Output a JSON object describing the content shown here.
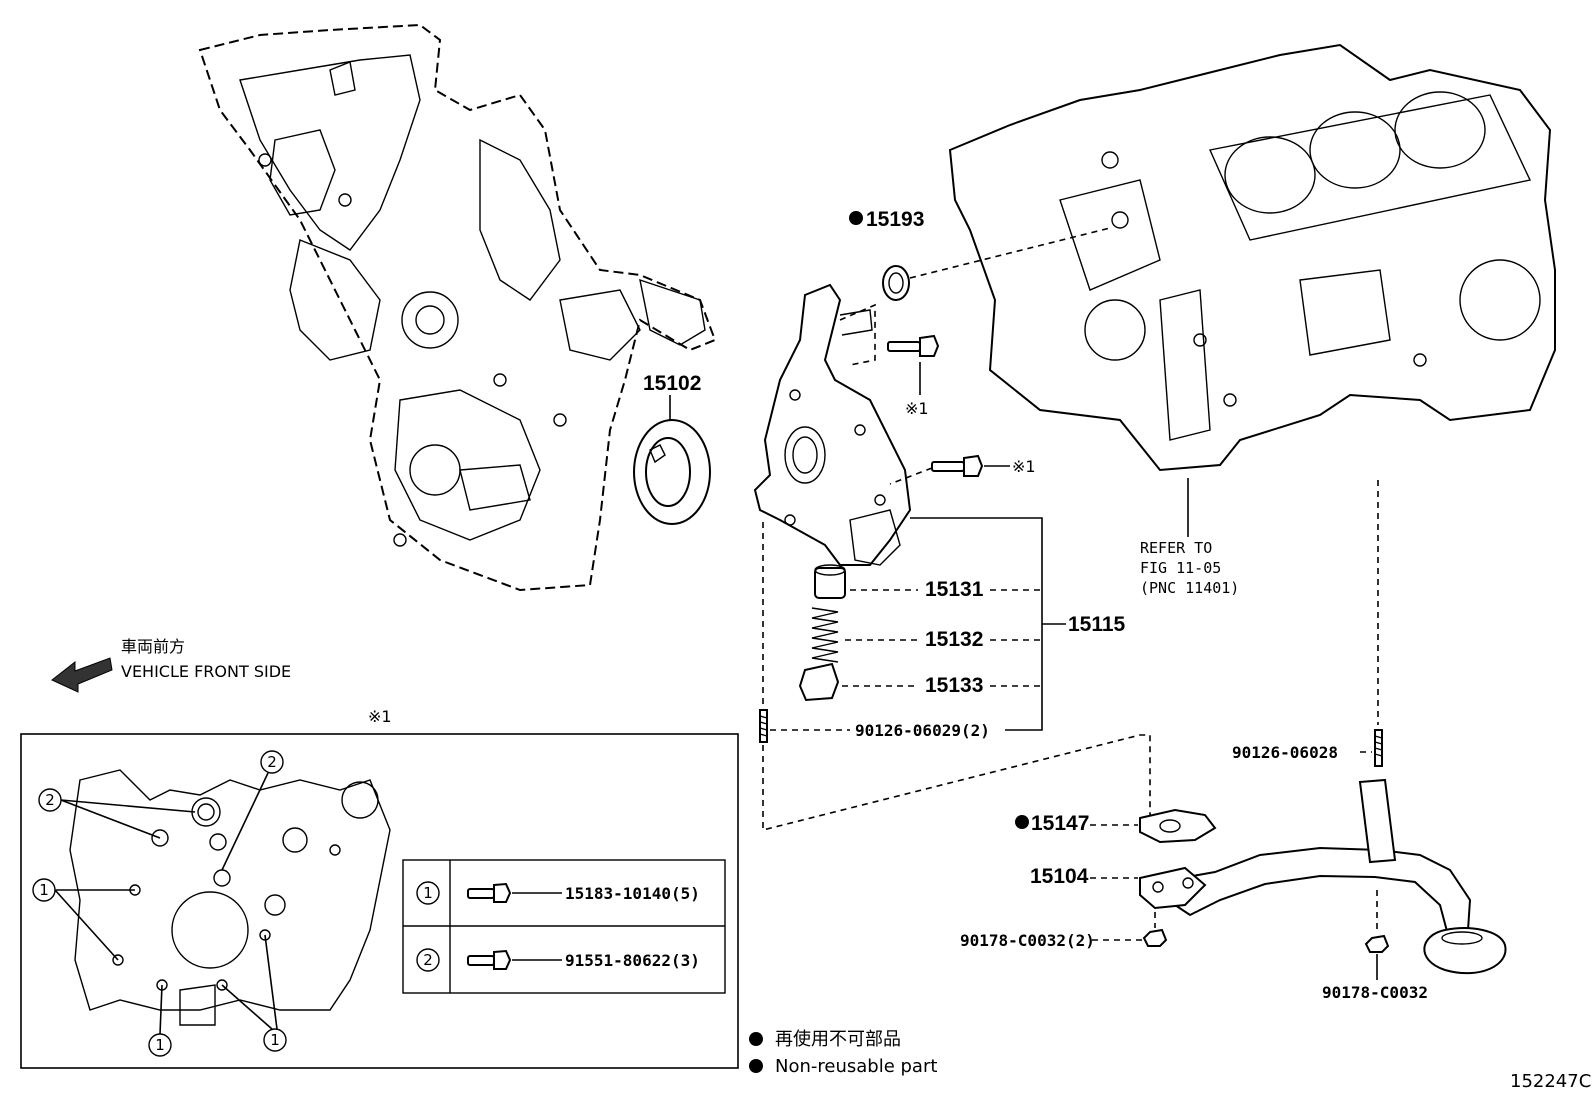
{
  "parts": {
    "p15193": "15193",
    "p15102": "15102",
    "p15131": "15131",
    "p15132": "15132",
    "p15133": "15133",
    "p15115": "15115",
    "p90126_06029": "90126-06029(2)",
    "p90126_06028": "90126-06028",
    "p15147": "15147",
    "p15104": "15104",
    "p90178_c0032_2": "90178-C0032(2)",
    "p90178_c0032": "90178-C0032"
  },
  "notes": {
    "star1_a": "※1",
    "star1_b": "※1",
    "star1_detail": "※1",
    "refer_line1": "REFER TO",
    "refer_line2": "FIG 11-05",
    "refer_line3": "(PNC 11401)"
  },
  "direction": {
    "jp": "車両前方",
    "en": "VEHICLE FRONT SIDE"
  },
  "detail_table": {
    "row1": {
      "mark": "1",
      "part": "15183-10140(5)"
    },
    "row2": {
      "mark": "2",
      "part": "91551-80622(3)"
    }
  },
  "detail_callouts": {
    "c1": "1",
    "c2": "2"
  },
  "legend": {
    "jp": "再使用不可部品",
    "en": "Non-reusable part"
  },
  "figure_id": "152247C"
}
